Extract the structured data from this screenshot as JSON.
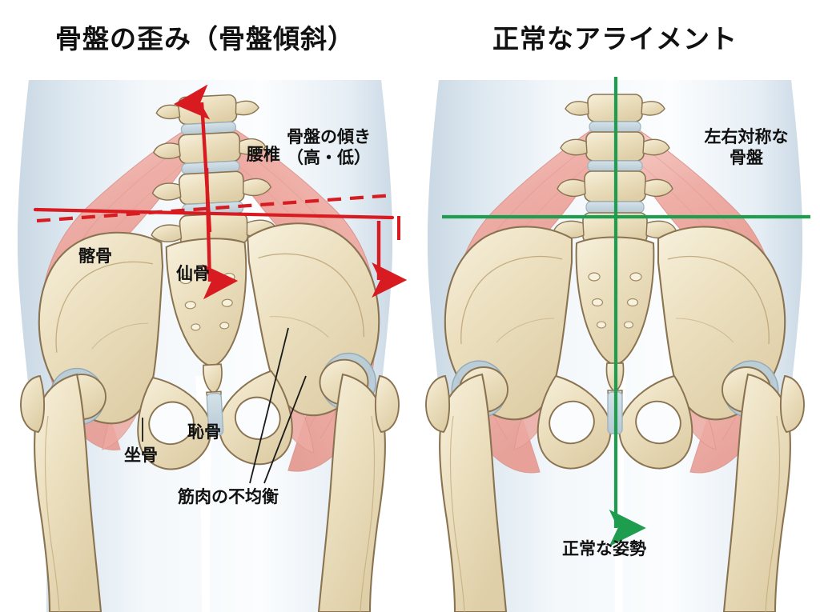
{
  "figure": {
    "type": "anatomical-illustration",
    "subject": "pelvic alignment comparison",
    "background_color": "#ffffff"
  },
  "panels": [
    {
      "id": "tilted",
      "title": "骨盤の歪み（骨盤傾斜）",
      "marker_color": "#d81b20",
      "labels": {
        "lumbar": "腰椎",
        "pelvic_tilt_line1": "骨盤の傾き",
        "pelvic_tilt_line2": "（高・低）",
        "ilium": "髂骨",
        "sacrum": "仙骨",
        "pubis": "恥骨",
        "ischium": "坐骨",
        "muscle_imbalance": "筋肉の不均衡"
      }
    },
    {
      "id": "normal",
      "title": "正常なアライメント",
      "marker_color": "#1f9d4e",
      "labels": {
        "symmetric_line1": "左右対称な",
        "symmetric_line2": "骨盤",
        "normal_posture": "正常な姿勢"
      }
    }
  ],
  "colors": {
    "bone_fill": "#eadfc0",
    "bone_fill_light": "#f6efd9",
    "bone_stroke": "#8a7351",
    "muscle_fill": "#eeaba3",
    "muscle_fill_light": "#f3c6be",
    "muscle_stroke": "#d98d85",
    "cartilage": "#c3d3dc",
    "cartilage_stroke": "#9db3be",
    "body_edge": "#cdd9e4",
    "red_marker": "#d81b20",
    "green_marker": "#1f9d4e",
    "text": "#111111",
    "pointer_line": "#1a1a1a"
  },
  "markers": {
    "left": {
      "solid_tilt_line": "solid red near-horizontal line, left side higher",
      "dashed_tilt_line": "dashed red line tilted, right side higher",
      "up_arrow": "red arrow pointing up along lumbar spine",
      "down_arrow": "red arrow pointing down at right hip",
      "vertical_tick": "short red vertical tick at far right"
    },
    "right": {
      "vertical_plumb_line": "green vertical plumb line ending in down arrow",
      "horizontal_level_line": "green horizontal level line across pelvis"
    }
  }
}
